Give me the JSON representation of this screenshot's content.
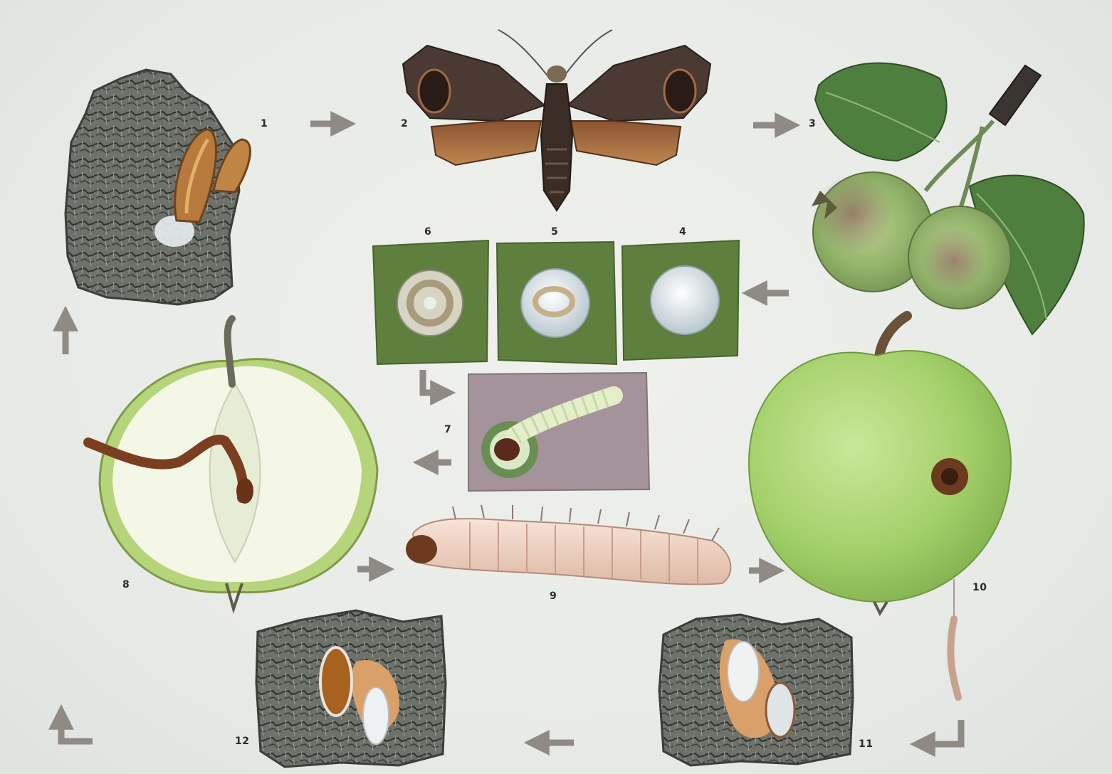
{
  "plate": {
    "stage_numbers": [
      "1",
      "2",
      "3",
      "4",
      "5",
      "6",
      "7",
      "8",
      "9",
      "10",
      "11",
      "12"
    ],
    "figures": {
      "bark_cocoon": "cocoon-on-bark",
      "moth": "adult-moth",
      "fruitlets": "young-apples-on-branch",
      "egg_4": "egg",
      "egg_5": "egg",
      "egg_6": "egg",
      "hatchling": "hatching-larva",
      "apple_half": "apple-cross-section-with-tunnel",
      "larva": "caterpillar",
      "apple_whole": "apple-with-entry-hole",
      "bark_11": "bark-with-pupae",
      "bark_12": "bark-with-pupae"
    },
    "colors": {
      "background": "#e9ebe7",
      "arrow": "#8f8b84",
      "bark": "#5b5f58",
      "moth_wing": "#4a3a33",
      "hindwing": "#a86b3e",
      "apple_green": "#a9d36c",
      "leaf": "#4f7f3e",
      "egg_card": "#5f7f3f",
      "larva": "#efd6c7"
    }
  }
}
